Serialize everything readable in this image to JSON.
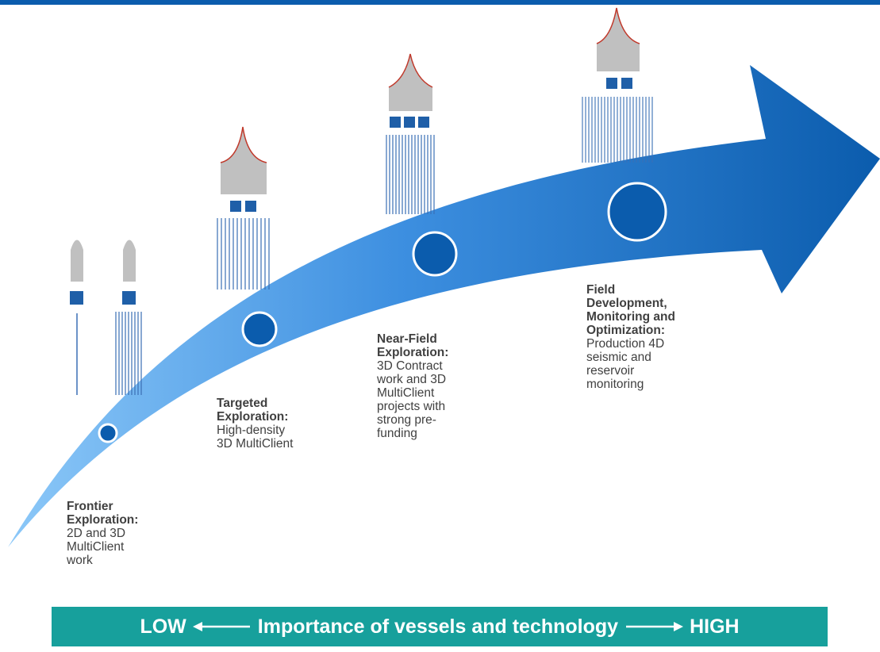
{
  "colors": {
    "top_bar": "#0b5cad",
    "arrow_light": "#6fb8f5",
    "arrow_dark": "#0b5cad",
    "vessel_hull": "#c0c0c0",
    "vessel_outline": "#c0392b",
    "vessel_block": "#1f5fa8",
    "streamer": "#3a6fb5",
    "footer_bg": "#17a09c",
    "footer_text": "#ffffff",
    "label_text": "#404040"
  },
  "stages": [
    {
      "title": "Frontier\nExploration:",
      "desc": "2D and 3D\nMultiClient\nwork"
    },
    {
      "title": "Targeted\nExploration:",
      "desc": "High-density\n3D MultiClient"
    },
    {
      "title": "Near-Field\nExploration:",
      "desc": "3D Contract\nwork and 3D\nMultiClient\nprojects with\nstrong pre-\nfunding"
    },
    {
      "title": "Field\nDevelopment,\nMonitoring and\nOptimization:",
      "desc": "Production 4D\nseismic and\nreservoir\nmonitoring"
    }
  ],
  "footer": {
    "low": "LOW",
    "center": "Importance of vessels and technology",
    "high": "HIGH"
  }
}
